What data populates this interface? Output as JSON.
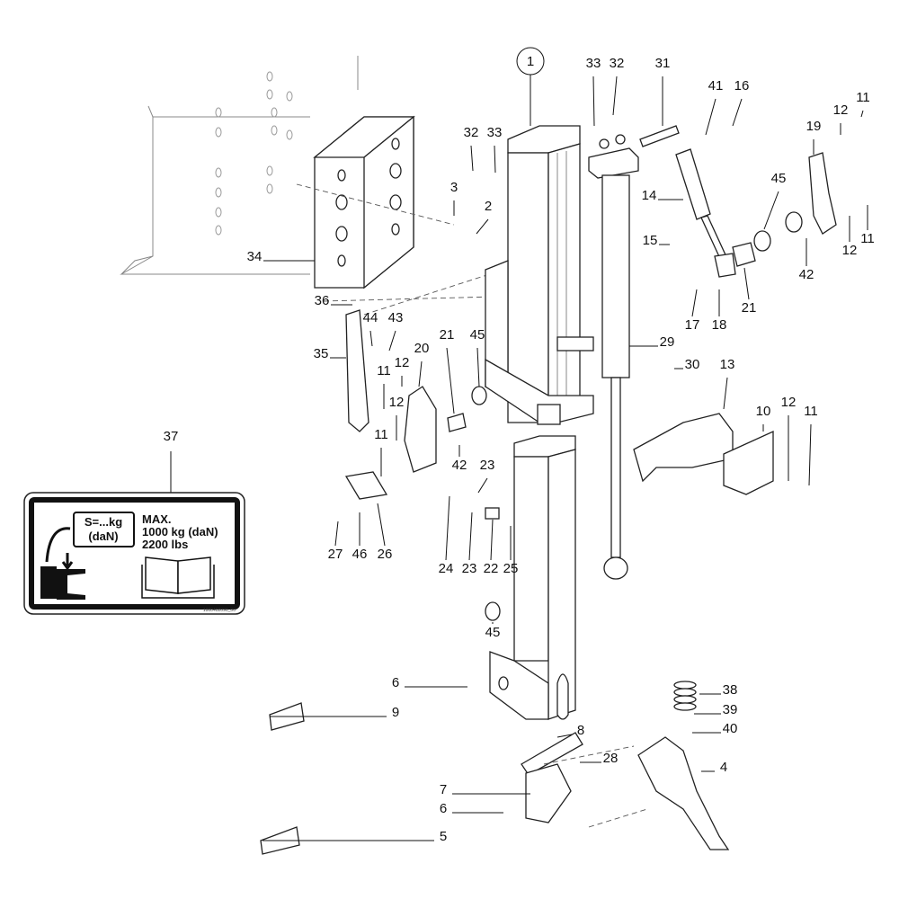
{
  "callouts": [
    "1",
    "33",
    "32",
    "31",
    "41",
    "16",
    "11",
    "12",
    "19",
    "32",
    "33",
    "3",
    "2",
    "14",
    "45",
    "15",
    "11",
    "12",
    "42",
    "34",
    "21",
    "17",
    "18",
    "36",
    "44",
    "43",
    "35",
    "20",
    "21",
    "45",
    "29",
    "30",
    "13",
    "11",
    "12",
    "12",
    "10",
    "12",
    "11",
    "11",
    "37",
    "42",
    "23",
    "27",
    "46",
    "26",
    "24",
    "23",
    "22",
    "25",
    "45",
    "6",
    "9",
    "38",
    "39",
    "40",
    "8",
    "28",
    "4",
    "7",
    "6",
    "5"
  ],
  "warning_label": {
    "plate_line1": "S=...kg",
    "plate_line2": "(daN)",
    "max_line1": "MAX.",
    "max_line2": "1000 kg (daN)",
    "max_line3": "2200 lbs",
    "part_code": "1000402090_00"
  }
}
